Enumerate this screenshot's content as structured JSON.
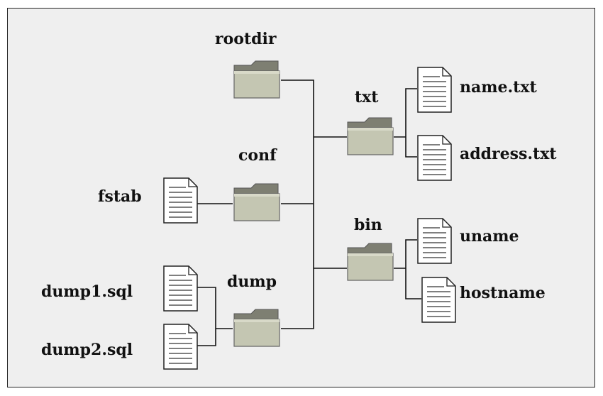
{
  "tree": {
    "folders": {
      "rootdir": "rootdir",
      "conf": "conf",
      "dump": "dump",
      "txt": "txt",
      "bin": "bin"
    },
    "files": {
      "fstab": "fstab",
      "dump1": "dump1.sql",
      "dump2": "dump2.sql",
      "name": "name.txt",
      "address": "address.txt",
      "uname": "uname",
      "hostname": "hostname"
    }
  },
  "colors": {
    "background": "#efefef",
    "folder_fill": "#c4c6b2",
    "folder_tab": "#7e7f72",
    "line": "#111111"
  }
}
